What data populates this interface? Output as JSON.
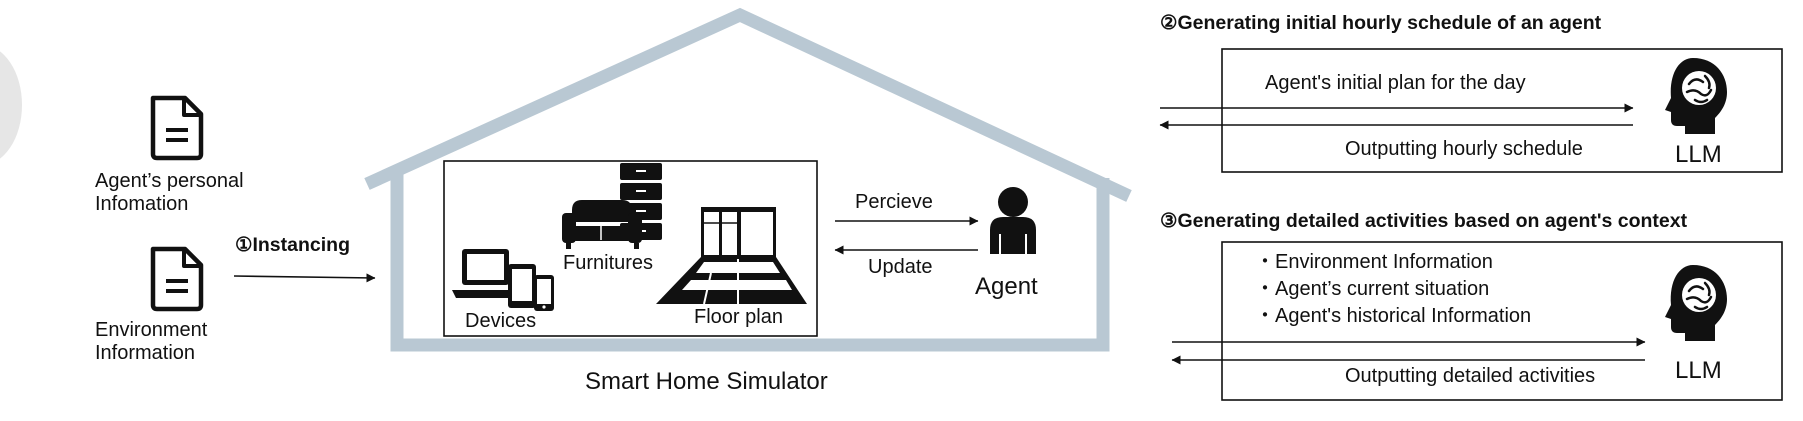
{
  "left_inputs": {
    "personal_info_label": "Agent’s personal Infomation",
    "environment_info_label": "Environment Information",
    "step1_label": "①Instancing",
    "doc_icon": "document-icon"
  },
  "simulator": {
    "caption": "Smart Home Simulator",
    "devices_label": "Devices",
    "furnitures_label": "Furnitures",
    "floorplan_label": "Floor plan",
    "perceive_label": "Percieve",
    "update_label": "Update",
    "agent_label": "Agent",
    "house_color": "#b9c8d3"
  },
  "step2": {
    "title": "②Generating initial hourly schedule of an agent",
    "request_label": "Agent's initial plan for the day",
    "response_label": "Outputting hourly schedule",
    "llm_label": "LLM"
  },
  "step3": {
    "title": "③Generating detailed activities based on agent's context",
    "items": [
      "・Environment Information",
      "・Agent’s current situation",
      "・Agent's historical Information"
    ],
    "response_label": "Outputting detailed activities",
    "llm_label": "LLM"
  }
}
